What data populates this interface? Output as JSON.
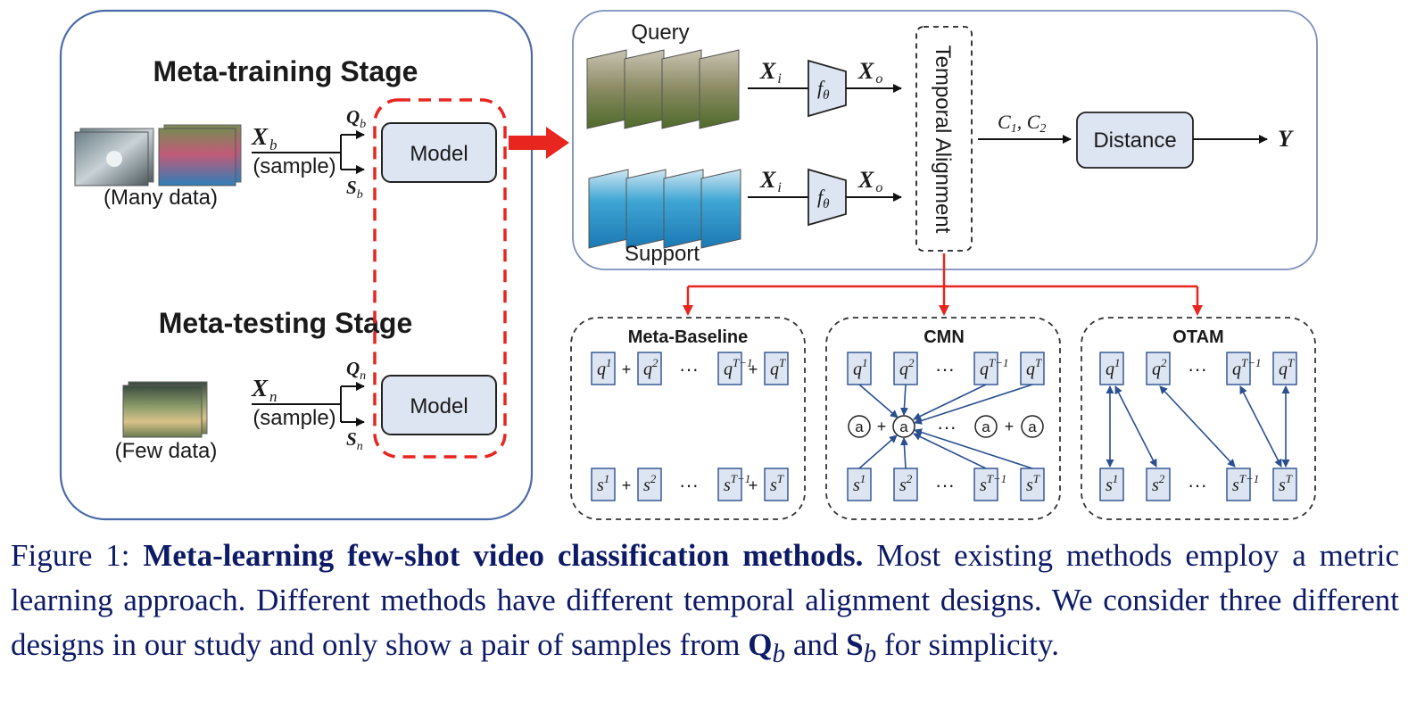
{
  "left_panel": {
    "training_title": "Meta-training Stage",
    "testing_title": "Meta-testing Stage",
    "train_input": "X",
    "train_input_sub": "b",
    "sample_label": "(sample)",
    "many_data": "(Many data)",
    "few_data": "(Few data)",
    "q_train": "Q",
    "q_train_sub": "b",
    "s_train": "S",
    "s_train_sub": "b",
    "test_input": "X",
    "test_input_sub": "n",
    "q_test": "Q",
    "q_test_sub": "n",
    "s_test": "S",
    "s_test_sub": "n",
    "model_label": "Model"
  },
  "pipeline": {
    "query_label": "Query",
    "support_label": "Support",
    "x_in": "X",
    "x_in_sub": "i",
    "x_out": "X",
    "x_out_sub": "o",
    "encoder": "f",
    "encoder_sub": "θ",
    "temporal_alignment": "Temporal Alignment",
    "c_labels": "C",
    "distance": "Distance",
    "output": "Y"
  },
  "methods": [
    {
      "title": "Meta-Baseline"
    },
    {
      "title": "CMN"
    },
    {
      "title": "OTAM"
    }
  ],
  "tokens": {
    "q": "q",
    "s": "s",
    "sup1": "1",
    "sup2": "2",
    "supT1": "T−1",
    "supT": "T",
    "dots": "···",
    "plus": "+",
    "a": "a"
  },
  "caption": {
    "prefix": "Figure 1: ",
    "bold": "Meta-learning few-shot video classification methods.",
    "line1_rest": " Most existing methods",
    "line2": "employ a metric learning approach.  Different methods have different temporal alignment",
    "line3": "designs.  We consider three different designs in our study and only show a pair of samples",
    "from": "from ",
    "Q": "Q",
    "sub_b": "b",
    "and": " and ",
    "S": "S",
    "end": " for simplicity."
  },
  "colors": {
    "panel_border": "#4a6aa8",
    "box_fill": "#dde5f2",
    "red": "#e8251f",
    "token_border": "#2a4f8f",
    "caption_text": "#0d1a66"
  }
}
